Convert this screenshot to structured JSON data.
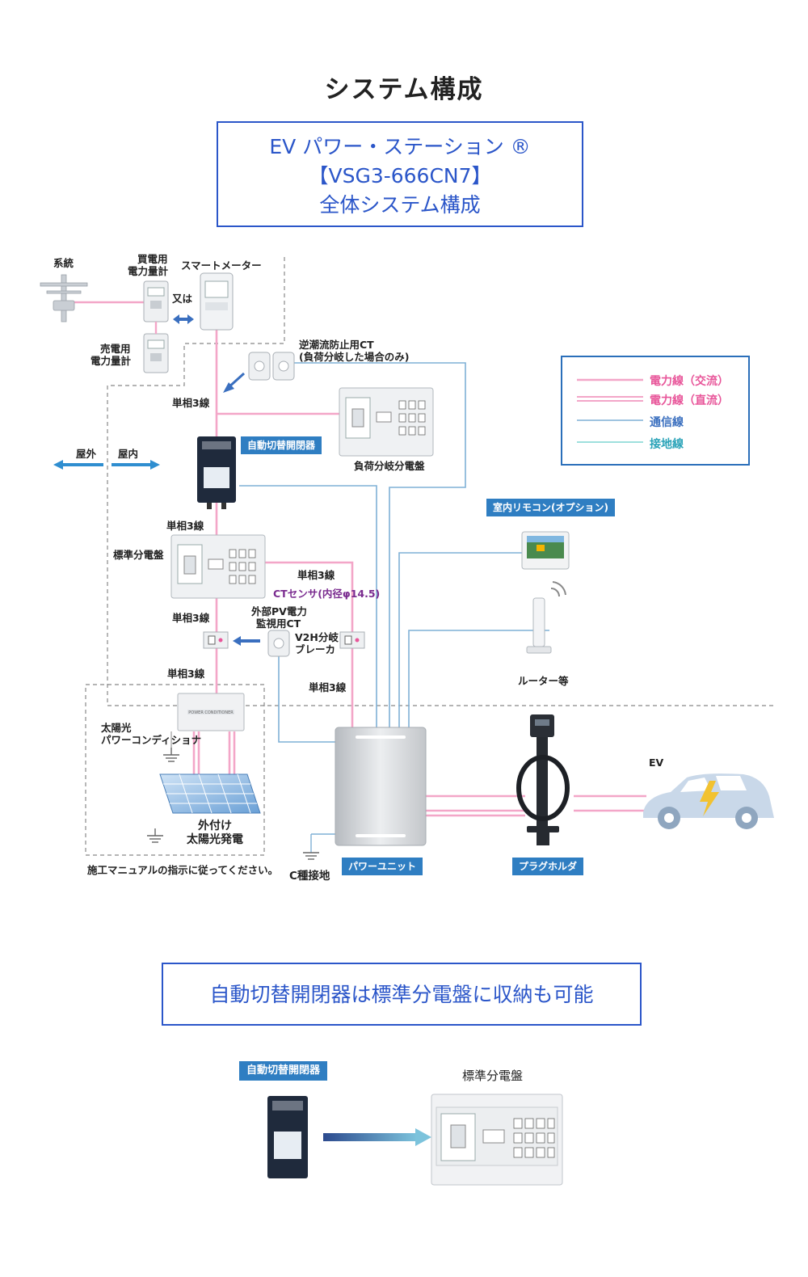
{
  "page": {
    "title": "システム構成"
  },
  "header_box": {
    "line1": "EV パワー・ステーション ®",
    "line2": "【VSG3-666CN7】",
    "line3": "全体システム構成"
  },
  "labels": {
    "grid": "系統",
    "buy_meter_1": "買電用",
    "buy_meter_2": "電力量計",
    "or": "又は",
    "smart_meter": "スマートメーター",
    "sell_meter_1": "売電用",
    "sell_meter_2": "電力量計",
    "reverse_ct_1": "逆潮流防止用CT",
    "reverse_ct_2": "(負荷分岐した場合のみ)",
    "single_phase_1": "単相3線",
    "single_phase_2": "単相3線",
    "single_phase_3": "単相3線",
    "single_phase_4": "単相3線",
    "single_phase_5": "単相3線",
    "single_phase_6": "単相3線",
    "outdoor": "屋外",
    "indoor": "屋内",
    "load_panel": "負荷分岐分電盤",
    "standard_panel": "標準分電盤",
    "ct_sensor": "CTセンサ(内径φ14.5)",
    "pv_ct_1": "外部PV電力",
    "pv_ct_2": "監視用CT",
    "v2h_breaker_1": "V2H分岐",
    "v2h_breaker_2": "ブレーカ",
    "router": "ルーター等",
    "pcs_1": "太陽光",
    "pcs_2": "パワーコンディショナ",
    "pv_1": "外付け",
    "pv_2": "太陽光発電",
    "manual_note": "施工マニュアルの指示に従ってください。",
    "grounding": "C種接地",
    "ev": "EV",
    "pcs_device_text": "POWER CONDITIONER"
  },
  "tags": {
    "auto_switch": "自動切替開閉器",
    "remote": "室内リモコン(オプション)",
    "power_unit": "パワーユニット",
    "plug_holder": "プラグホルダ",
    "auto_switch_bottom": "自動切替開閉器"
  },
  "legend": {
    "items": [
      {
        "label": "電力線（交流）",
        "color": "#e8569a"
      },
      {
        "label": "電力線（直流）",
        "color": "#e8569a"
      },
      {
        "label": "通信線",
        "color": "#3a6fbf"
      },
      {
        "label": "接地線",
        "color": "#2aa3b8"
      }
    ]
  },
  "bottom": {
    "note": "自動切替開閉器は標準分電盤に収納も可能",
    "panel_label": "標準分電盤"
  },
  "colors": {
    "accent": "#2b56c9",
    "power_line": "#f3a6c8",
    "comm_line": "#7fb0d6",
    "tag_bg": "#2f7ec2"
  }
}
